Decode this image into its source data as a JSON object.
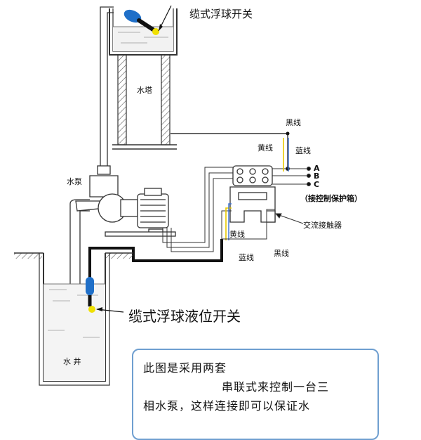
{
  "labels": {
    "cable_float_switch_top": "缆式浮球开关",
    "water_tower": "水塔",
    "water_pump": "水泵",
    "black_wire": "黑线",
    "yellow_wire": "黄线",
    "blue_wire": "蓝线",
    "terminal_a": "A",
    "terminal_b": "B",
    "terminal_c": "C",
    "control_box": "（接控制保护箱）",
    "ac_contactor": "交流接触器",
    "yellow_wire_2": "黄线",
    "blue_wire_2": "蓝线",
    "black_wire_2": "黑线",
    "cable_float_level_switch": "缆式浮球液位开关",
    "water_well": "水  井"
  },
  "note": {
    "line1": "此图是采用两套",
    "line2": "串联式来控制一台三",
    "line3": "相水泵，这样连接即可以保证水"
  },
  "colors": {
    "float_blue": "#1f6fc8",
    "float_yellow": "#f0e000",
    "yellow_wire": "#e6c800",
    "blue_wire": "#3a6fd0",
    "note_border": "#6f9fd0"
  }
}
